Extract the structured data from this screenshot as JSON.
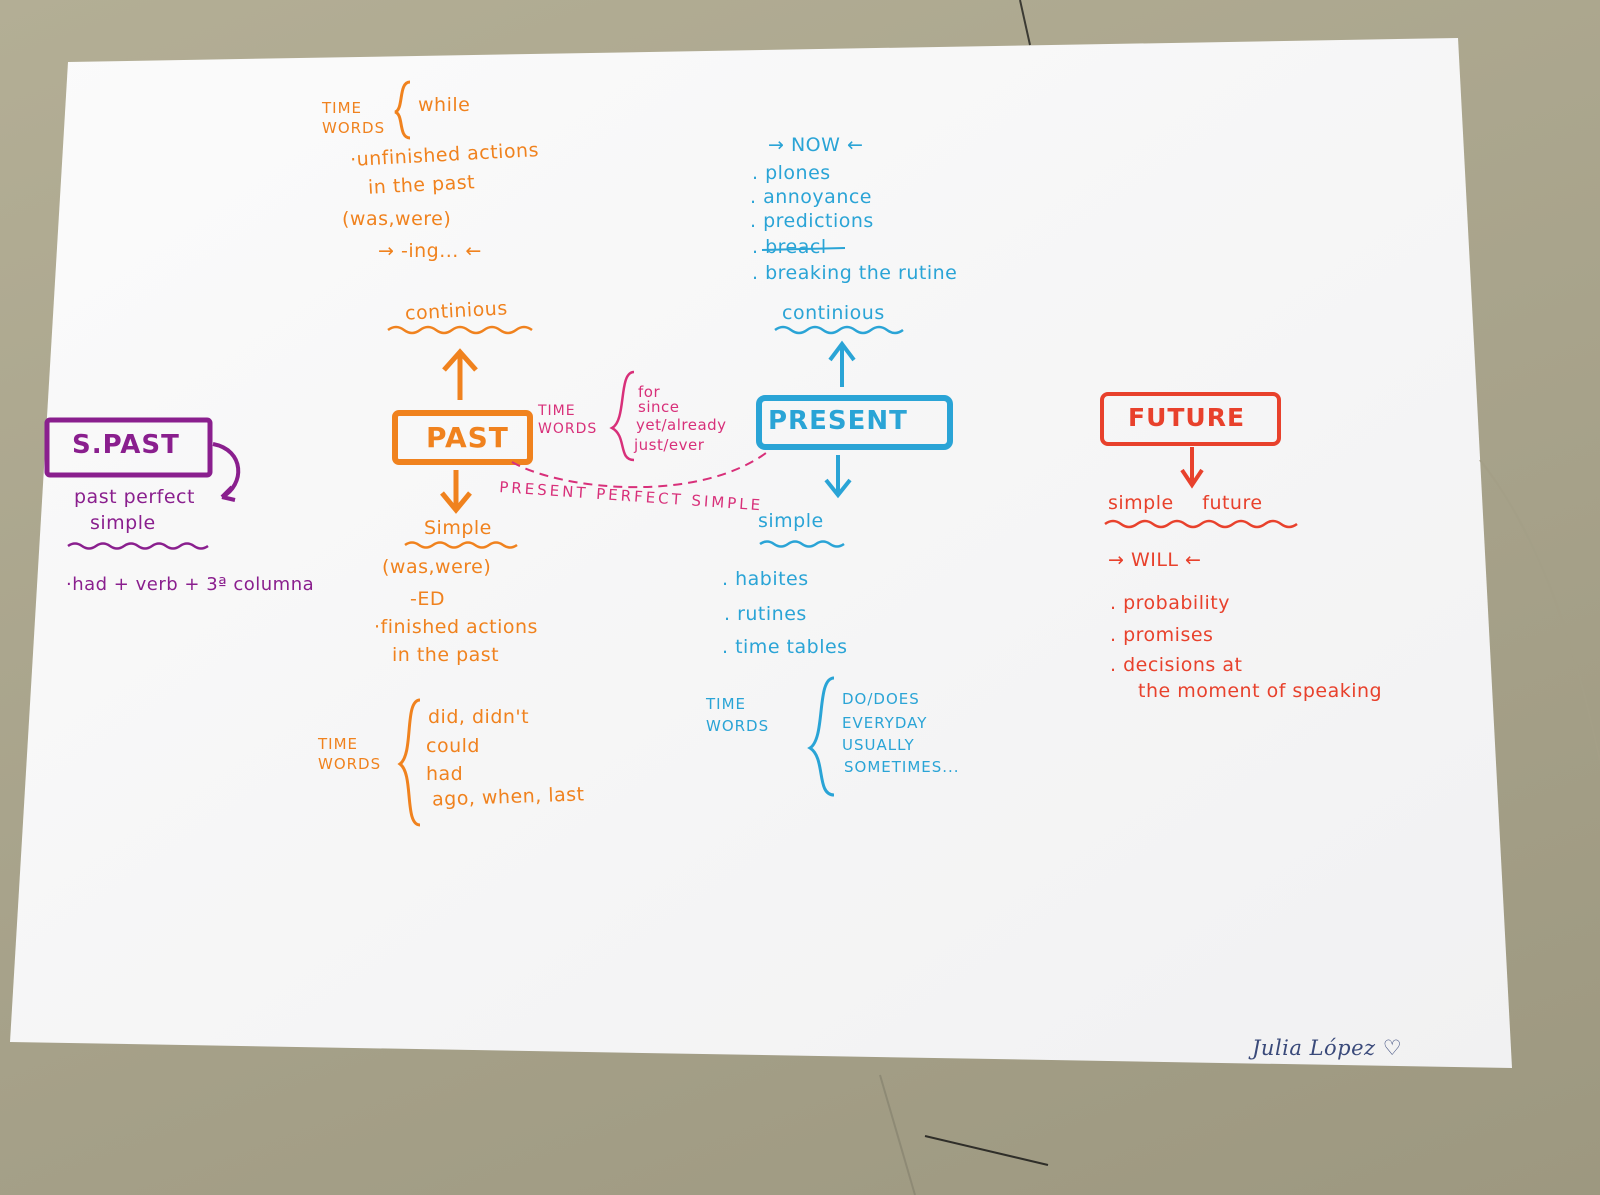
{
  "past": {
    "title": "PAST",
    "time_words_top": "TIME\nWORDS",
    "while": "while",
    "unfinished_1": "·unfinished actions",
    "unfinished_2": "in the past",
    "was_were": "(was,were)",
    "ing": "→ -ing... ←",
    "continuous": "continious",
    "simple": "Simple",
    "was_were_2": "(was,were)",
    "ed": "-ED",
    "finished_1": "·finished actions",
    "finished_2": "in the past",
    "time_words_bottom": "TIME\nWORDS",
    "words": [
      "did, didn't",
      "could",
      "had",
      "ago, when, last"
    ],
    "color": "#f0821e"
  },
  "present": {
    "title": "PRESENT",
    "now": "→ NOW ←",
    "continuous_items": [
      ". plones",
      ". annoyance",
      ". predictions",
      ". breacl",
      ". breaking the rutine"
    ],
    "continuous": "continious",
    "simple": "simple",
    "simple_items": [
      ". habites",
      ". rutines",
      ". time tables"
    ],
    "time_words": "TIME\nWORDS",
    "words": [
      "DO/DOES",
      "EVERYDAY",
      "USUALLY",
      "SOMETIMES..."
    ],
    "color": "#2aa4d6"
  },
  "present_perfect": {
    "label": "PRESENT PERFECT SIMPLE",
    "time_words": "TIME\nWORDS",
    "words": [
      "for",
      "since",
      "yet/already",
      "just/ever"
    ],
    "color": "#d8307a"
  },
  "future": {
    "title": "FUTURE",
    "simple_future": "simple future",
    "will": "→ WILL ←",
    "items": [
      ". probability",
      ". promises",
      ". decisions at",
      "the moment of speaking"
    ],
    "color": "#e8412c"
  },
  "s_past": {
    "title": "S.PAST",
    "ppf_1": "past perfect",
    "ppf_2": "simple",
    "formula": "·had + verb + 3ª columna",
    "color": "#8a1f8e"
  },
  "signature": "Julia López ♡"
}
